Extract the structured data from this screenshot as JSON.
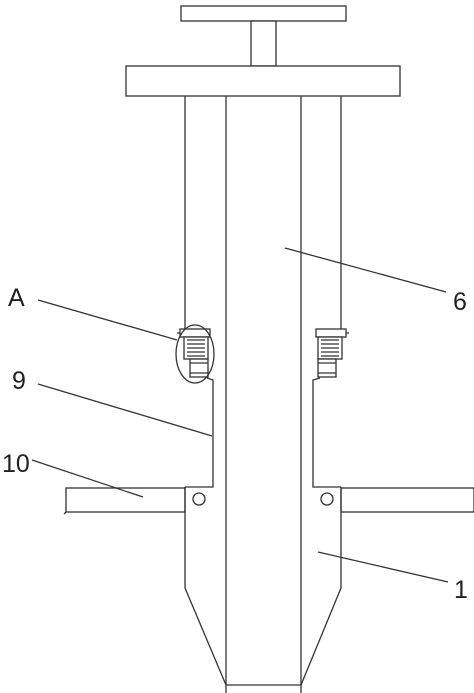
{
  "labels": {
    "a": "A",
    "six": "6",
    "nine": "9",
    "ten": "10",
    "one": "1"
  }
}
